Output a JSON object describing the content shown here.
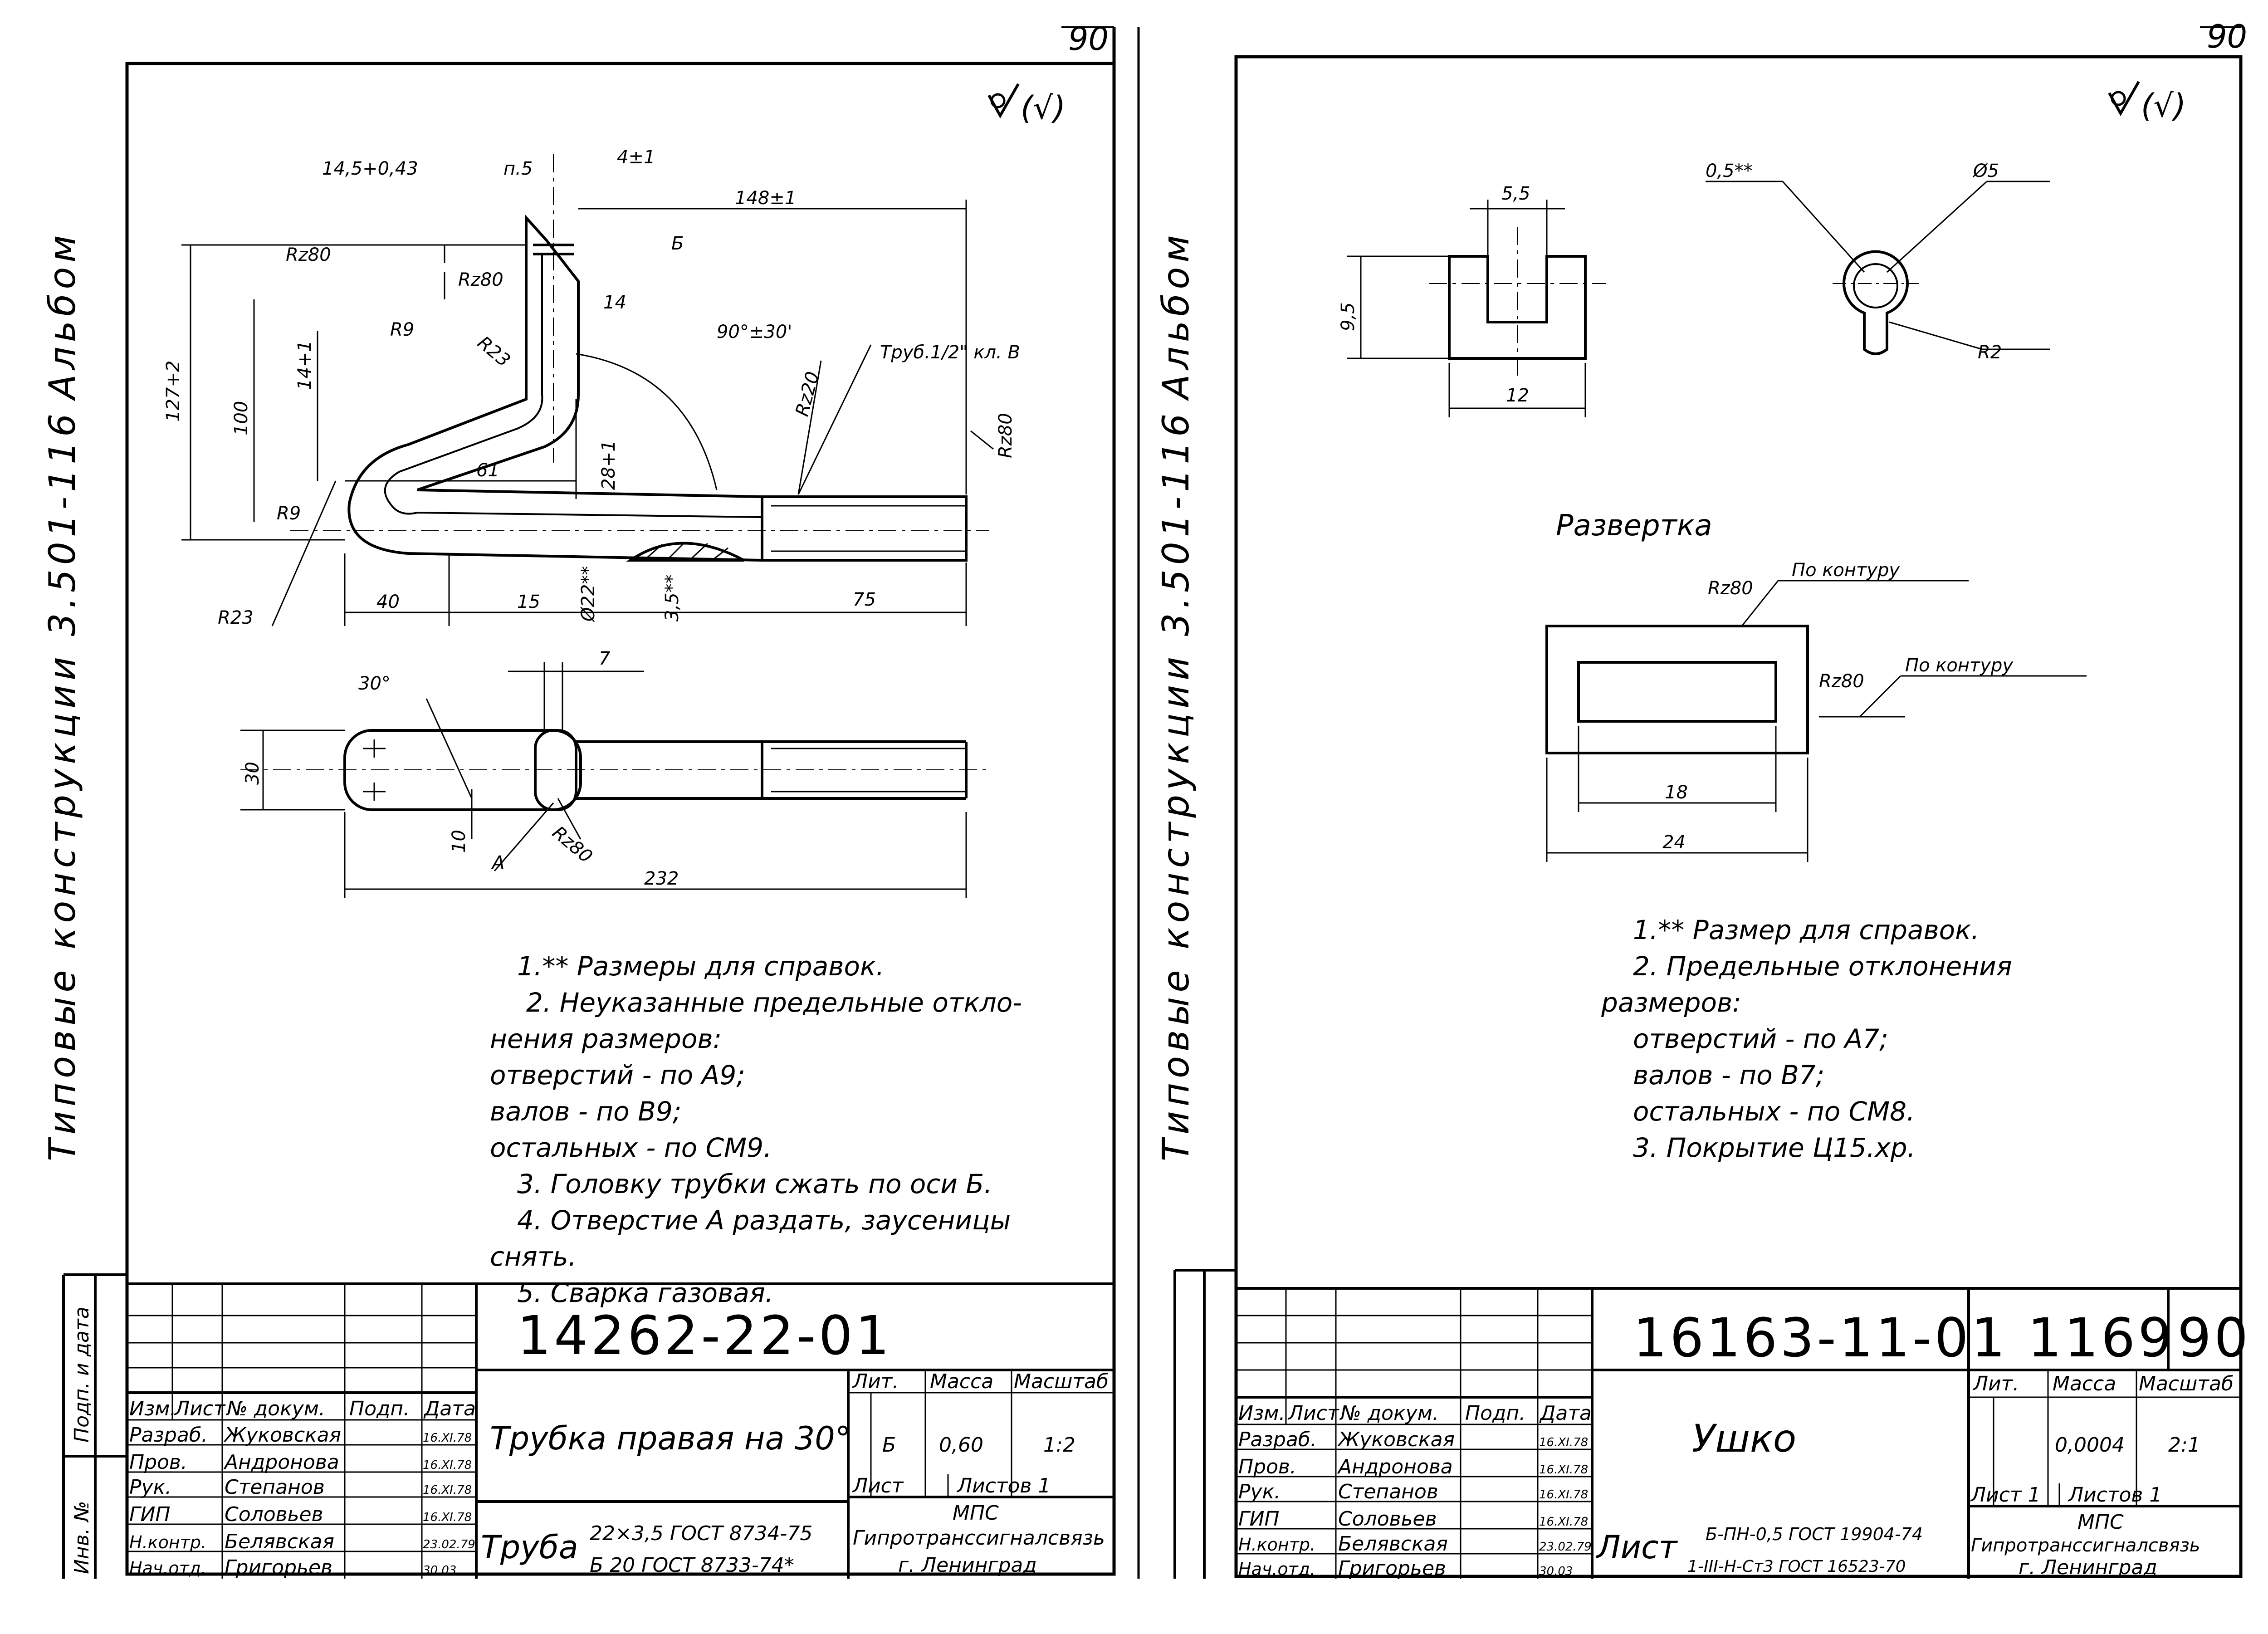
{
  "page_numbers": {
    "left": "90",
    "right": "90"
  },
  "roughness_mark": "(√)",
  "side_caption": {
    "series": "Типовые конструкции 3.501-116",
    "album": "Альбом"
  },
  "left_drawing": {
    "dims": {
      "d1": "14,5+0,43",
      "d2": "п.5",
      "d3": "4±1",
      "d4": "148±1",
      "d5": "Rz80",
      "d6": "Rz80",
      "d7": "Б",
      "d8": "14",
      "d9": "R9",
      "d10": "R23",
      "d11": "90°±30'",
      "d12": "Труб.1/2\" кл. В",
      "d13": "127+2",
      "d14": "100",
      "d15": "14+1",
      "d16": "Rz20",
      "d17": "Rz80",
      "d18": "61",
      "d19": "28+1",
      "d20": "R9",
      "d21": "R23",
      "d22": "40",
      "d23": "15",
      "d24": "Ø22**",
      "d25": "3,5**",
      "d26": "75",
      "d27": "30°",
      "d28": "7",
      "d29": "30",
      "d30": "10",
      "d31": "A",
      "d32": "Rz80",
      "d33": "232"
    },
    "notes": [
      "1.** Размеры для справок.",
      "2. Неуказанные предельные откло-",
      "нения размеров:",
      "отверстий      - по A9;",
      "валов            - по B9;",
      "остальных   - по CM9.",
      "3. Головку трубки сжать по оси Б.",
      "4. Отверстие А раздать, заусеницы",
      "снять.",
      "5. Сварка газовая."
    ],
    "title_block": {
      "doc_number": "14262-22-01",
      "name": "Трубка правая на 30°",
      "headers": {
        "lit": "Лит.",
        "mass": "Масса",
        "scale": "Масштаб",
        "sheet": "Лист",
        "sheets": "Листов 1"
      },
      "lit_value": "Б",
      "mass_value": "0,60",
      "scale_value": "1:2",
      "material_label": "Труба",
      "material_line1": "22×3,5 ГОСТ 8734-75",
      "material_line2": "Б 20 ГОСТ 8733-74*",
      "org_line1": "МПС",
      "org_line2": "Гипротранссигналсвязь",
      "org_line3": "г. Ленинград",
      "col_headers": [
        "Изм.",
        "Лист",
        "№ докум.",
        "Подп.",
        "Дата"
      ],
      "roles": [
        {
          "role": "Разраб.",
          "name": "Жуковская",
          "date": "16.XI.78"
        },
        {
          "role": "Пров.",
          "name": "Андронова",
          "date": "16.XI.78"
        },
        {
          "role": "Рук.",
          "name": "Степанов",
          "date": "16.XI.78"
        },
        {
          "role": "ГИП",
          "name": "Соловьев",
          "date": "16.XI.78"
        },
        {
          "role": "Н.контр.",
          "name": "Белявская",
          "date": "23.02.79"
        },
        {
          "role": "Нач.отд.",
          "name": "Григорьев",
          "date": "30.03"
        }
      ]
    },
    "margin_labels": [
      "Подп. и дата",
      "Инв. №"
    ]
  },
  "right_drawing": {
    "dims": {
      "e1": "5,5",
      "e2": "9,5",
      "e3": "12",
      "e4": "0,5**",
      "e5": "Ø5",
      "e6": "R2",
      "e7": "Rz80",
      "e8": "По контуру",
      "e9": "Rz80",
      "e10": "По контуру",
      "e11": "18",
      "e12": "24"
    },
    "razvertka": "Развертка",
    "notes": [
      "1.** Размер для справок.",
      "2. Предельные отклонения",
      "размеров:",
      "отверстий    - по A7;",
      "валов           - по B7;",
      "остальных   - по CM8.",
      "3. Покрытие      Ц15.хр."
    ],
    "title_block": {
      "doc_number": "16163-11-01",
      "code1": "1169",
      "code2": "90",
      "name": "Ушко",
      "headers": {
        "lit": "Лит.",
        "mass": "Масса",
        "scale": "Масштаб",
        "sheet": "Лист 1",
        "sheets": "Листов 1"
      },
      "mass_value": "0,0004",
      "scale_value": "2:1",
      "material_label": "Лист",
      "material_line1": "Б-ПН-0,5 ГОСТ 19904-74",
      "material_line2": "1-III-Н-Ст3 ГОСТ 16523-70",
      "org_line1": "МПС",
      "org_line2": "Гипротранссигналсвязь",
      "org_line3": "г. Ленинград",
      "col_headers": [
        "Изм.",
        "Лист",
        "№ докум.",
        "Подп.",
        "Дата"
      ],
      "roles": [
        {
          "role": "Разраб.",
          "name": "Жуковская",
          "date": "16.XI.78"
        },
        {
          "role": "Пров.",
          "name": "Андронова",
          "date": "16.XI.78"
        },
        {
          "role": "Рук.",
          "name": "Степанов",
          "date": "16.XI.78"
        },
        {
          "role": "ГИП",
          "name": "Соловьев",
          "date": "16.XI.78"
        },
        {
          "role": "Н.контр.",
          "name": "Белявская",
          "date": "23.02.79"
        },
        {
          "role": "Нач.отд.",
          "name": "Григорьев",
          "date": "30.03"
        }
      ]
    }
  }
}
